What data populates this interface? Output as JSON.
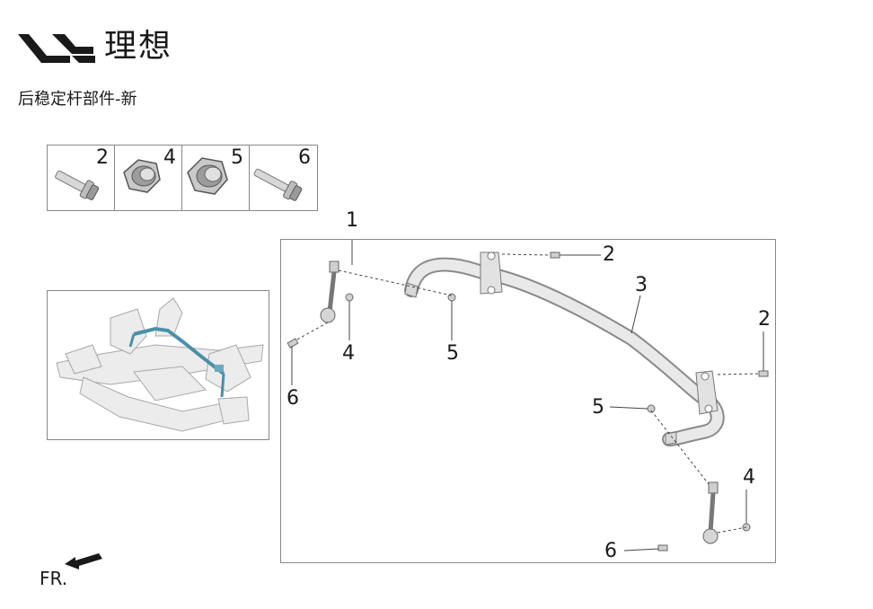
{
  "brand": {
    "name": "理想"
  },
  "page_title": "后稳定杆部件-新",
  "thumbnails": [
    {
      "number": "2",
      "icon": "bolt-icon"
    },
    {
      "number": "4",
      "icon": "nut-icon"
    },
    {
      "number": "5",
      "icon": "nut-icon"
    },
    {
      "number": "6",
      "icon": "bolt-icon"
    }
  ],
  "callouts": [
    "1",
    "2",
    "3",
    "2",
    "4",
    "5",
    "6",
    "5",
    "4",
    "6"
  ],
  "fr_label": "FR.",
  "colors": {
    "highlight": "#4a90a8",
    "line": "#444444",
    "part_fill": "#e6e6e6",
    "part_stroke": "#8a8a8a"
  }
}
